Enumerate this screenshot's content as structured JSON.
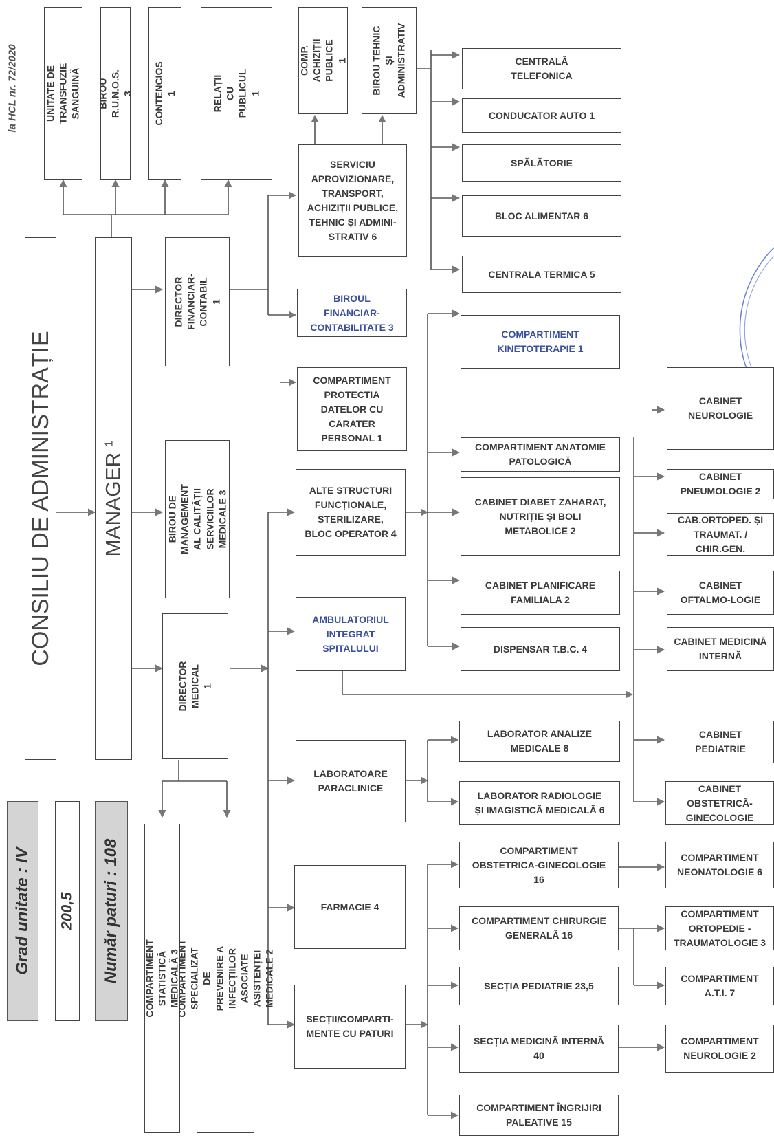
{
  "ref": "la HCL nr. 72/2020",
  "left_panel": {
    "grad": "Grad unitate : IV",
    "value": "200,5",
    "paturi": "Număr paturi : 108"
  },
  "consiliu": "CONSILIU DE ADMINISTRAȚIE",
  "manager": "MANAGER",
  "manager_count": "1",
  "top_row": [
    "UNITATE DE TRANSFUZIE\nSANGUINĂ",
    "BIROU R.U.N.O.S. 3",
    "CONTENCIOS 1",
    "RELAȚII CU PUBLICUL 1"
  ],
  "director_financiar": "DIRECTOR FINANCIAR-\nCONTABIL 1",
  "birou_management": "BIROU DE MANAGEMENT\nAL CALITĂȚII\nSERVICIILOR MEDICALE 3",
  "director_medical": "DIRECTOR\nMEDICAL 1",
  "comp_statistica": "COMPARTIMENT STATISTICĂ\nMEDICALĂ 3",
  "comp_infectii": "COMPARTIMENT SPECIALIZAT DE\nPREVENIRE A INFECȚIILOR ASOCIATE\nASISTENȚEI MEDICALE 2",
  "comp_achizitii": "COMP. ACHIZIȚII\nPUBLICE 1",
  "birou_tehnic": "BIROU TEHNIC ȘI\nADMINISTRATIV",
  "serviciu_aprov": "SERVICIU\nAPROVIZIONARE,\nTRANSPORT,\nACHIZIȚII PUBLICE,\nTEHNIC ȘI ADMINI-\nSTRATIV 6",
  "biroul_financiar": "BIROUL\nFINANCIAR-\nCONTABILITATE 3",
  "comp_protectia": "COMPARTIMENT\nPROTECTIA\nDATELOR CU\nCARATER\nPERSONAL 1",
  "alte_structuri": "ALTE STRUCTURI\nFUNCȚIONALE,\nSTERILIZARE,\nBLOC OPERATOR 4",
  "ambulatoriul": "AMBULATORIUL\nINTEGRAT\nSPITALULUI",
  "laboratoare": "LABORATOARE\nPARACLINICE",
  "farmacie": "FARMACIE 4",
  "sectii": "SECȚII/COMPARTI-\nMENTE CU PATURI",
  "admin_services": [
    "CENTRALĂ\nTELEFONICA",
    "CONDUCATOR AUTO 1",
    "SPĂLĂTORIE",
    "BLOC ALIMENTAR 6",
    "CENTRALA TERMICA 5"
  ],
  "col3": {
    "kineto": "COMPARTIMENT\nKINETOTERAPIE 1",
    "anatomie": "COMPARTIMENT ANATOMIE\nPATOLOGICĂ",
    "diabet": "CABINET DIABET ZAHARAT,\nNUTRIȚIE ȘI BOLI\nMETABOLICE 2",
    "planificare": "CABINET PLANIFICARE\nFAMILIALA 2",
    "dispensar": "DISPENSAR T.B.C. 4",
    "lab_analize": "LABORATOR    ANALIZE\nMEDICALE 8",
    "lab_radiologie": "LABORATOR RADIOLOGIE\nȘI IMAGISTICĂ MEDICALĂ 6",
    "obstetrica": "COMPARTIMENT\nOBSTETRICA-GINECOLOGIE\n16",
    "chirurgie": "COMPARTIMENT CHIRURGIE\nGENERALĂ 16",
    "pediatrie": "SECȚIA PEDIATRIE  23,5",
    "medicina": "SECȚIA MEDICINĂ INTERNĂ\n40",
    "paleative": "COMPARTIMENT ÎNGRIJIRI\nPALEATIVE 15"
  },
  "col4": {
    "neurologie": "CABINET\nNEUROLOGIE",
    "pneumologie": "CABINET\nPNEUMOLOGIE 2",
    "ortoped": "CAB.ORTOPED. ȘI\nTRAUMAT. /\nCHIR.GEN.",
    "oftalmo": "CABINET\nOFTALMO-LOGIE",
    "medicina_interna": "CABINET MEDICINĂ\nINTERNĂ",
    "pediatrie": "CABINET\nPEDIATRIE",
    "obstetrica": "CABINET\nOBSTETRICĂ-\nGINECOLOGIE",
    "neonatologie": "COMPARTIMENT\nNEONATOLOGIE 6",
    "ortopedie": "COMPARTIMENT\nORTOPEDIE -\nTRAUMATOLOGIE 3",
    "ati": "COMPARTIMENT\nA.T.I. 7",
    "neurologie_comp": "COMPARTIMENT\nNEUROLOGIE 2"
  }
}
